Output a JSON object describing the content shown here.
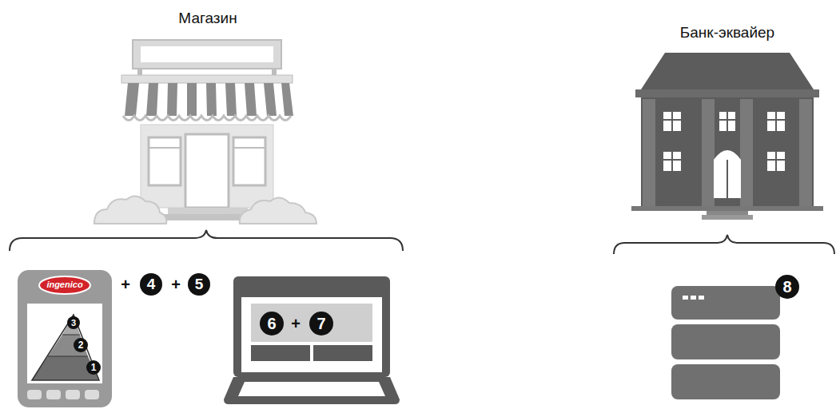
{
  "diagram": {
    "nodes": [
      {
        "text": [
          "Магазин"
        ]
      },
      {
        "text": [
          "Банк-эквайер"
        ]
      },
      {
        "text": [
          "ingenico"
        ]
      }
    ],
    "labels": [
      "3",
      "2",
      "1",
      "+",
      "4",
      "+",
      "5",
      "6",
      "+",
      "7",
      "8"
    ]
  }
}
